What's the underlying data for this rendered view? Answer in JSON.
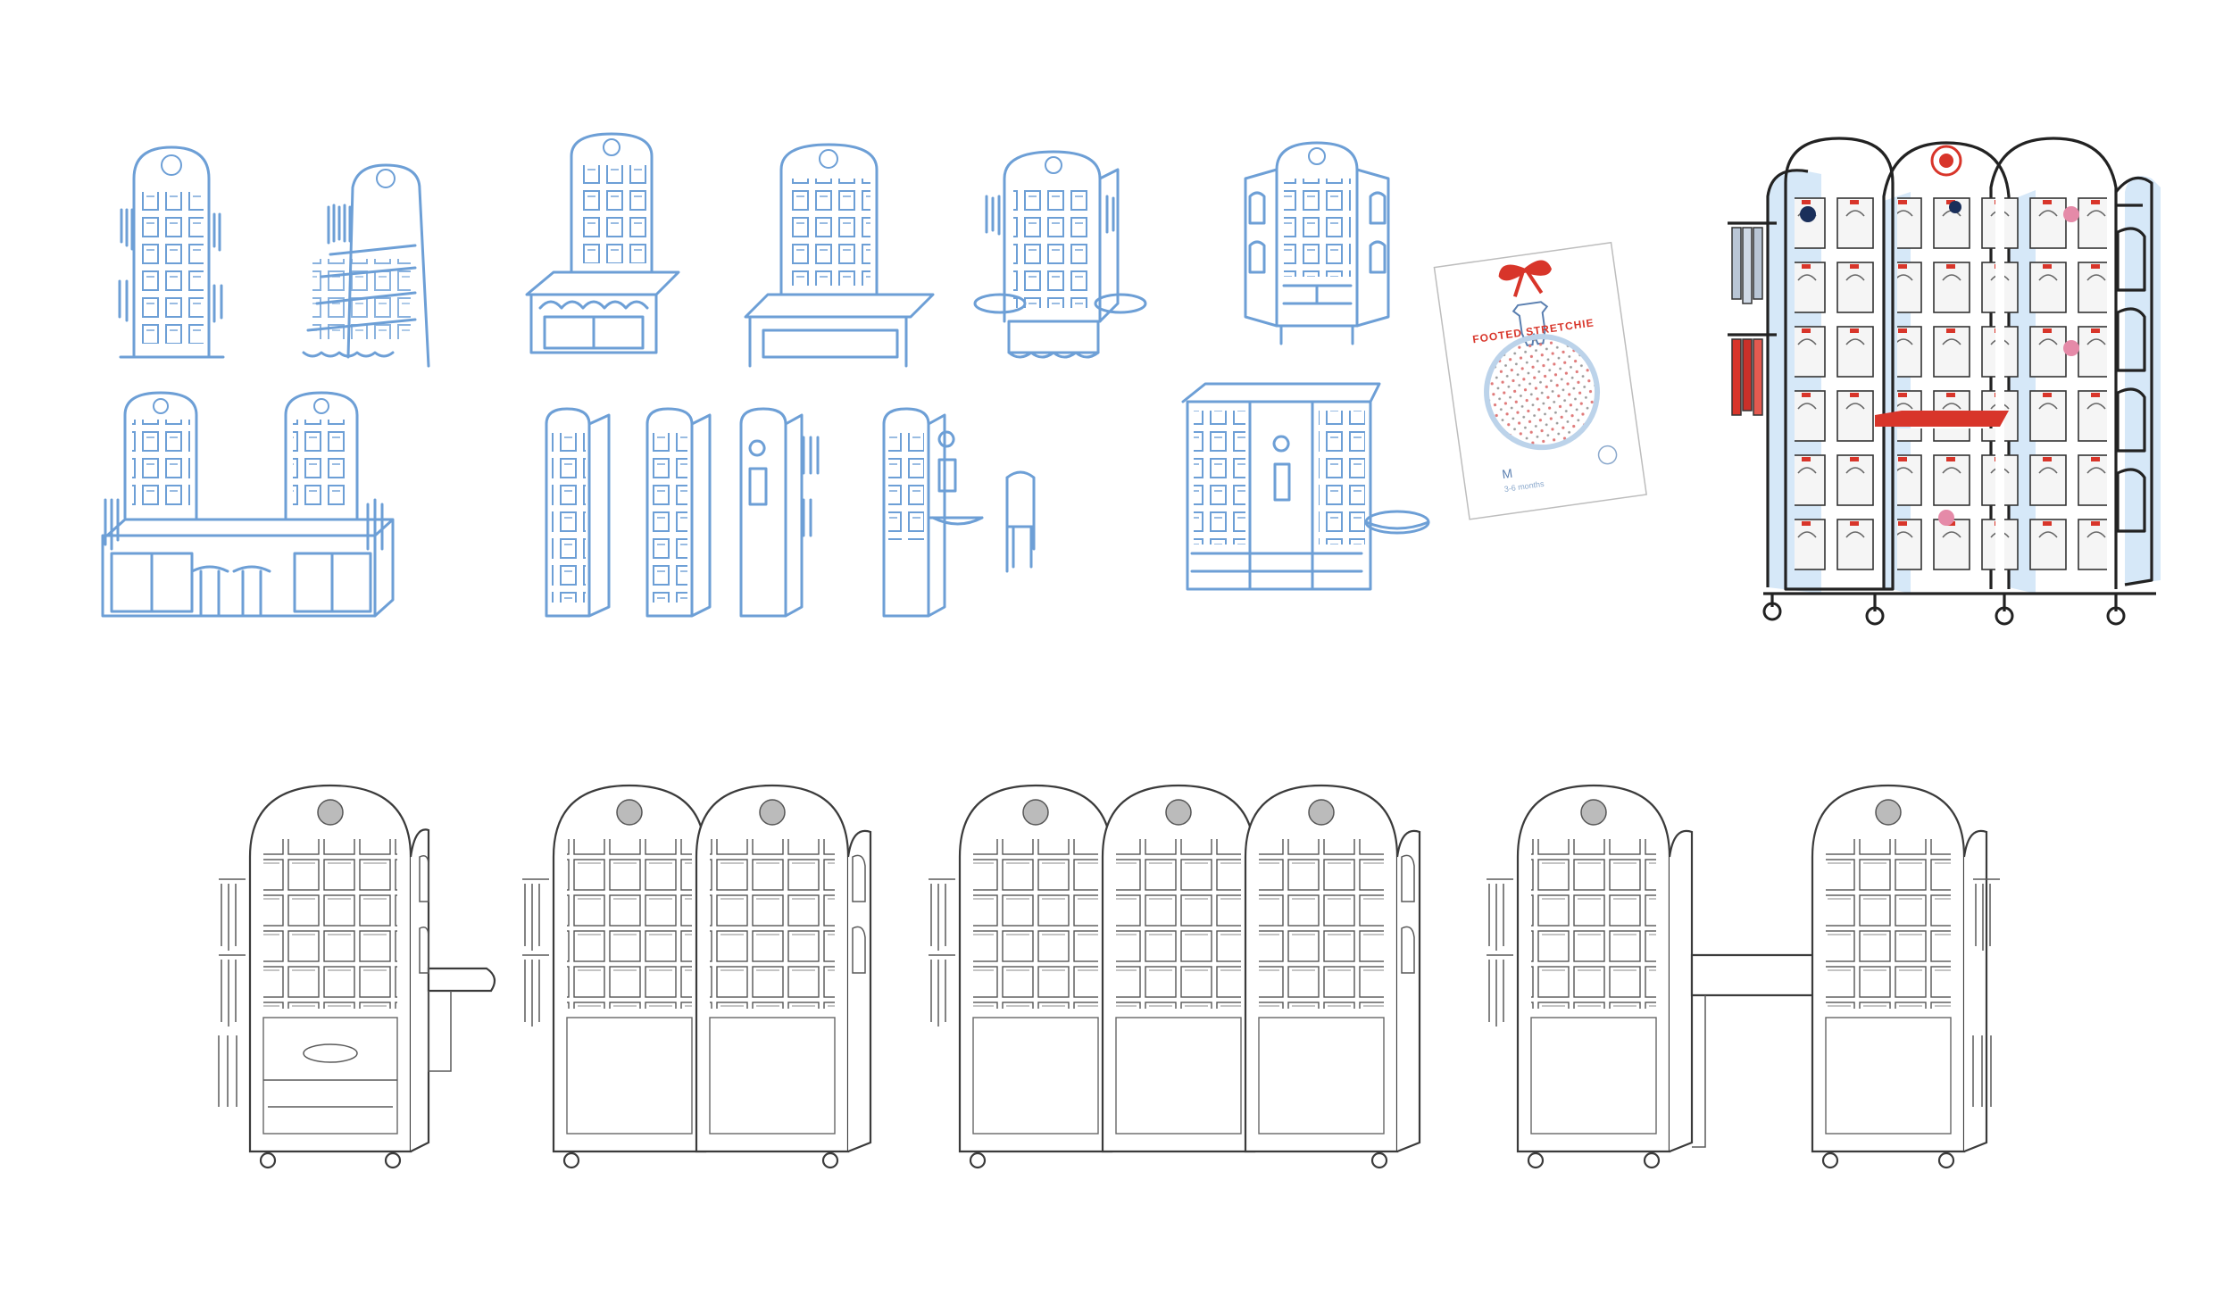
{
  "card": {
    "title": "FOOTED STRETCHIE",
    "size": "M",
    "size_sub": "3-6 months"
  },
  "colors": {
    "sketch_blue": "#6d9fd6",
    "fixture_light_blue": "#d6e8f8",
    "accent_red": "#d8352a",
    "line_gray": "#3b3b3b",
    "background": "#ffffff"
  },
  "groups": {
    "sketches": [
      "concept-sketch-1",
      "concept-sketch-2",
      "concept-sketch-3",
      "concept-sketch-4",
      "concept-sketch-5",
      "concept-sketch-6",
      "concept-sketch-7",
      "concept-sketch-8",
      "concept-sketch-9",
      "concept-sketch-10",
      "concept-sketch-11"
    ],
    "renders": [
      "single-unit-with-side-table",
      "double-unit",
      "triple-unit",
      "two-units-with-bridge-counter"
    ]
  }
}
